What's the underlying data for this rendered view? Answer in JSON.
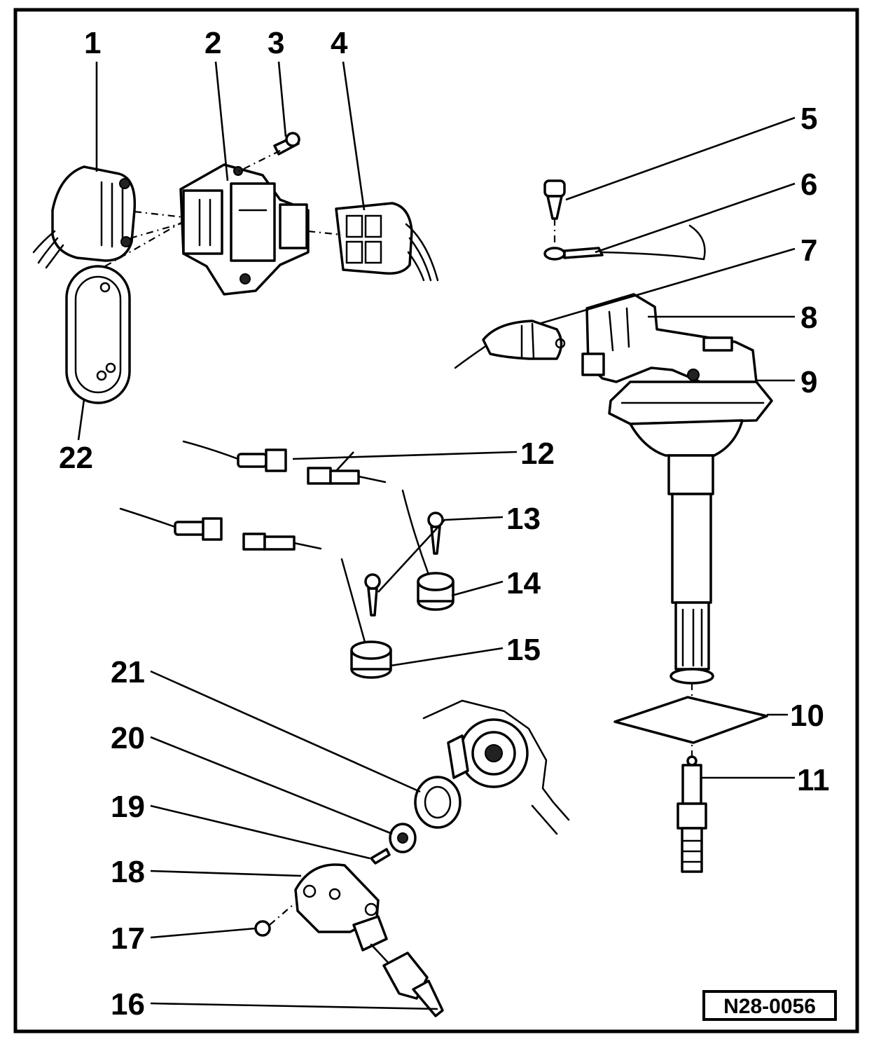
{
  "callouts": [
    "1",
    "2",
    "3",
    "4",
    "5",
    "6",
    "7",
    "8",
    "9",
    "10",
    "11",
    "12",
    "13",
    "14",
    "15",
    "16",
    "17",
    "18",
    "19",
    "20",
    "21",
    "22"
  ],
  "reference_code": "N28-0056"
}
